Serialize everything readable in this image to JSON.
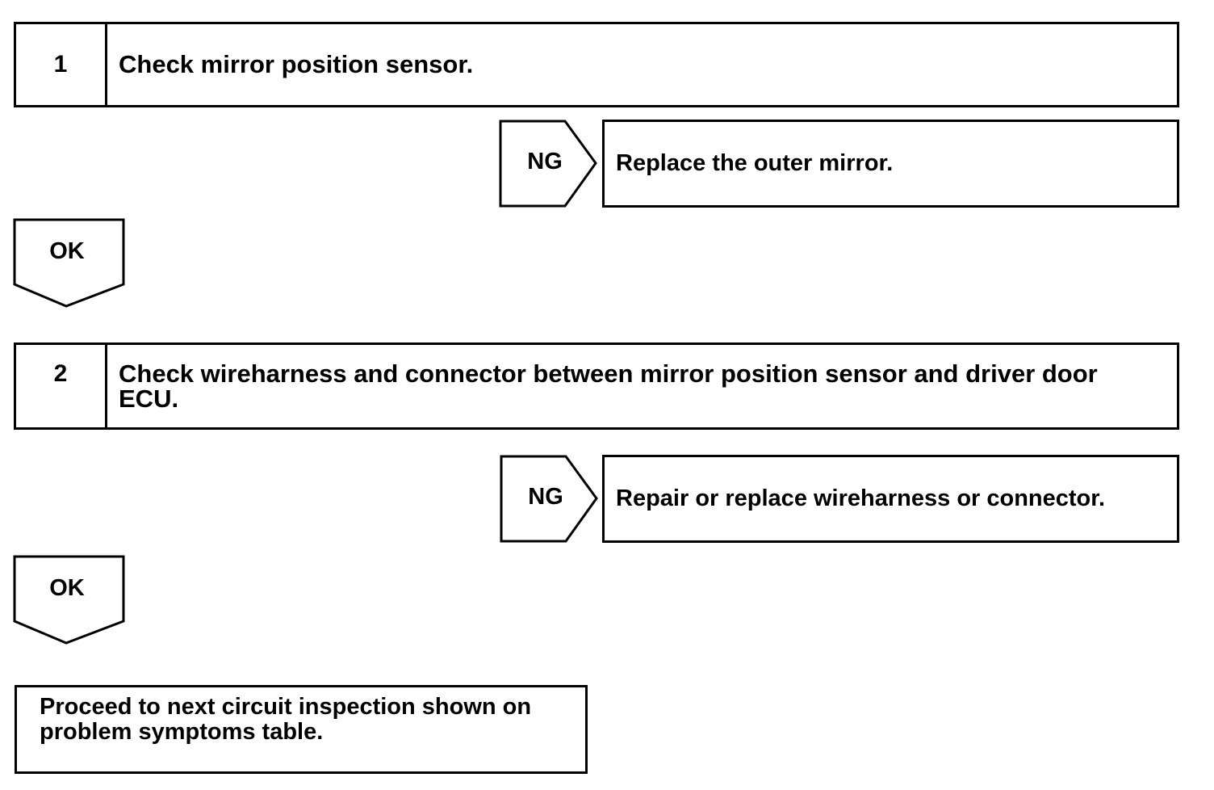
{
  "steps": [
    {
      "number": "1",
      "text": "Check mirror position sensor."
    },
    {
      "number": "2",
      "text": "Check wireharness and connector between mirror position sensor and driver door ECU."
    }
  ],
  "ng_branches": [
    {
      "label": "NG",
      "action": "Replace the outer mirror."
    },
    {
      "label": "NG",
      "action": "Repair or replace wireharness or connector."
    }
  ],
  "ok_branches": [
    {
      "label": "OK"
    },
    {
      "label": "OK"
    }
  ],
  "final": {
    "text": "Proceed to next circuit inspection shown on problem symptoms table."
  }
}
